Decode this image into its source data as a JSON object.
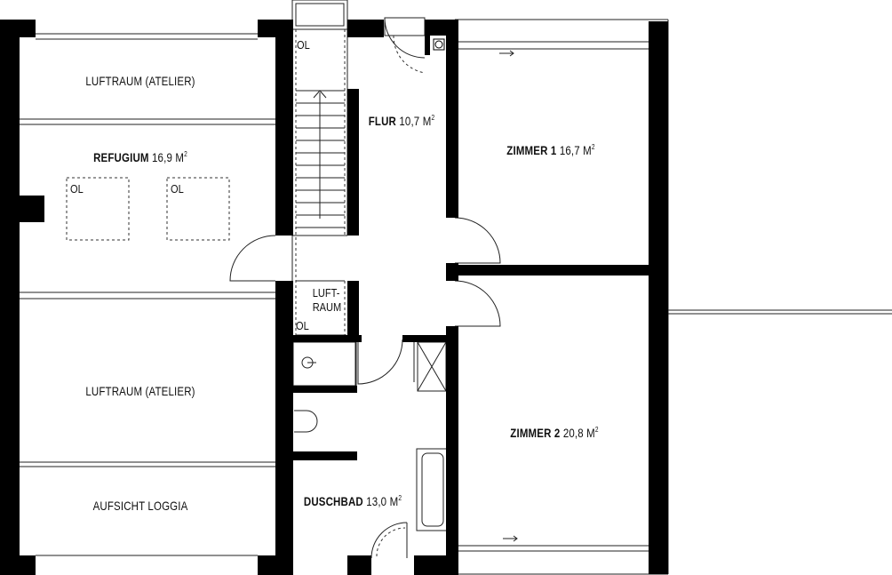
{
  "rooms": {
    "luftraum_top": "LUFTRAUM (ATELIER)",
    "refugium_name": "REFUGIUM",
    "refugium_area": "16,9 M",
    "flur_name": "FLUR",
    "flur_area": "10,7 M",
    "zimmer1_name": "ZIMMER 1",
    "zimmer1_area": "16,7 M",
    "zimmer2_name": "ZIMMER 2",
    "zimmer2_area": "20,8 M",
    "luftraum_bottom": "LUFTRAUM (ATELIER)",
    "aufsicht": "AUFSICHT LOGGIA",
    "duschbad_name": "DUSCHBAD",
    "duschbad_area": "13,0 M",
    "superscript": "2"
  },
  "marks": {
    "ol": "OL",
    "luft_line1": "LUFT-",
    "luft_line2": "RAUM"
  }
}
